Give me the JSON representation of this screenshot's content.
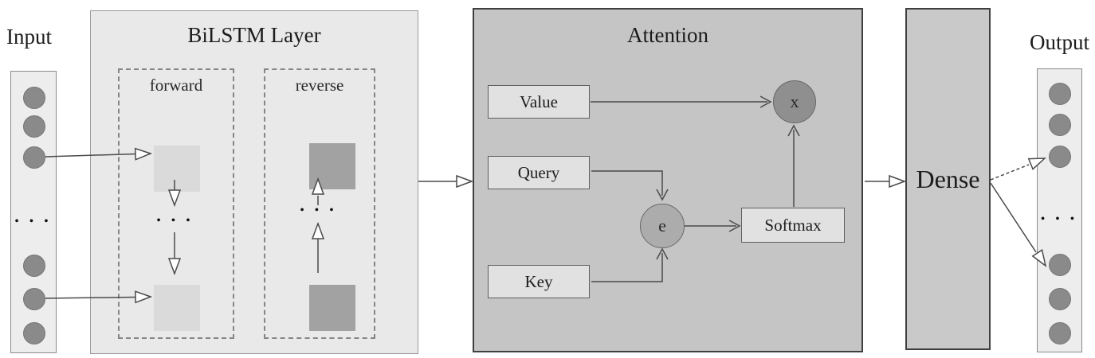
{
  "shared": {
    "ellipsis": "• • •"
  },
  "input": {
    "label": "Input"
  },
  "bilstm": {
    "title": "BiLSTM Layer",
    "forward_label": "forward",
    "reverse_label": "reverse"
  },
  "attention": {
    "title": "Attention",
    "value_label": "Value",
    "query_label": "Query",
    "key_label": "Key",
    "softmax_label": "Softmax",
    "score_node_label": "e",
    "multiply_node_label": "x"
  },
  "dense": {
    "label": "Dense"
  },
  "output": {
    "label": "Output"
  },
  "colors": {
    "canvas": "#ffffff",
    "bilstm_fill": "#e9e9e9",
    "attention_fill": "#c5c5c5",
    "dense_fill": "#c9c9c9",
    "column_fill": "#ededed",
    "neuron_fill": "#8a8a8a",
    "forward_cell_fill": "#dadada",
    "reverse_cell_fill": "#a2a2a2",
    "score_node_fill": "#acacac",
    "multiply_node_fill": "#8f8f8f",
    "small_box_fill": "#e1e1e1",
    "line_color": "#4a4a4a"
  }
}
